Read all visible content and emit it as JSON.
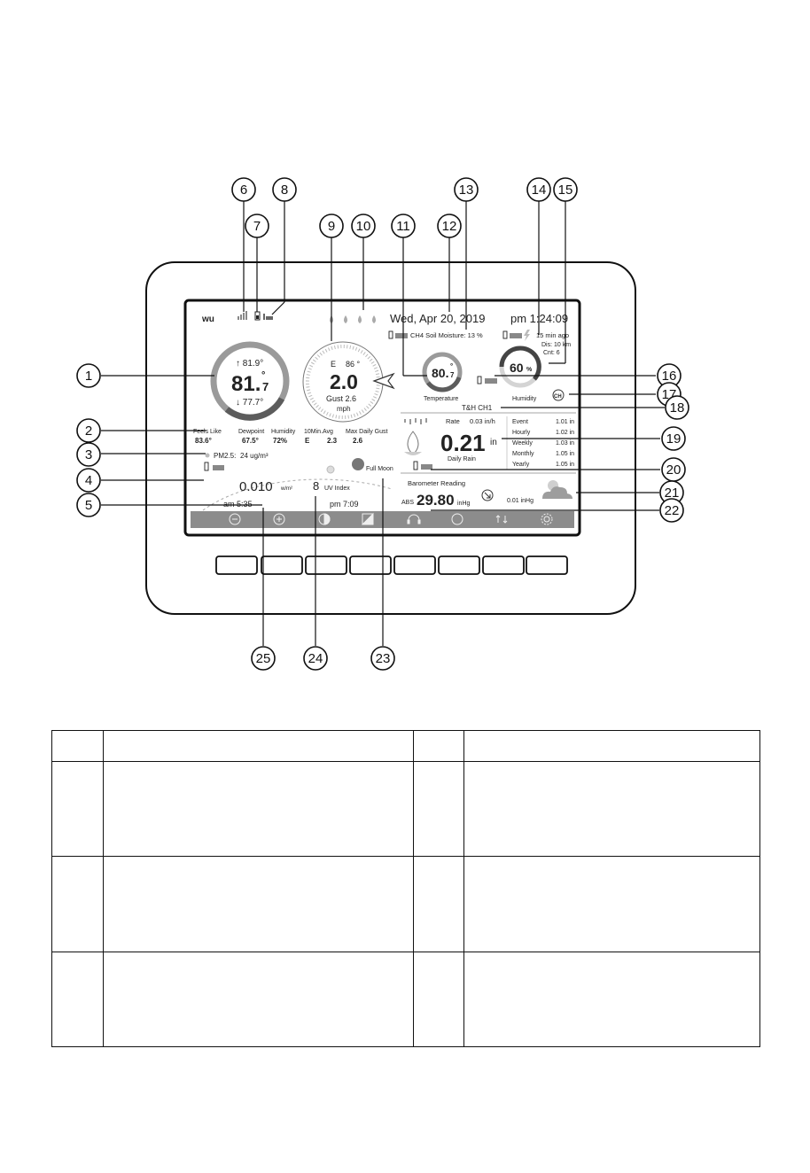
{
  "display": {
    "logo": "wu",
    "date": "Wed,  Apr  20, 2019",
    "time": "pm  1:24:09",
    "soil": "CH4 Soil Moisture: 13 %",
    "lightning": {
      "ago": "15 min ago",
      "dis": "Dis: 10 km",
      "cnt": "Cnt:  6"
    },
    "outdoor": {
      "max": "81.9°",
      "temp_big": "81.",
      "temp_dec": "7",
      "temp_deg": "°",
      "min": "77.7°"
    },
    "wind": {
      "dir": "E",
      "deg": "86 °",
      "speed": "2.0",
      "gust": "Gust  2.6",
      "unit": "mph"
    },
    "rain_drops": [
      "1",
      "2",
      "3",
      "4"
    ],
    "channel_temp": {
      "value_big": "80.",
      "value_dec": "7",
      "deg": "°",
      "label": "Temperature"
    },
    "channel_hum": {
      "value": "60",
      "unit": "%",
      "label": "Humidity"
    },
    "channel_name": "T&H CH1",
    "stats": {
      "headers": [
        "Feels Like",
        "Dewpoint",
        "Humidity",
        "10Min.Avg",
        "Max Daily Gust"
      ],
      "values": [
        "83.6°",
        "67.5°",
        "72%",
        "E",
        "2.3",
        "2.6"
      ]
    },
    "pm25": {
      "label": "PM2.5:",
      "value": "24 ug/m³"
    },
    "solar": {
      "value": "0.010",
      "unit": "w/m²",
      "sunrise": "am 5:35",
      "sunset": "pm 7:09"
    },
    "uv": {
      "value": "8",
      "label": "UV Index"
    },
    "moon": "Full Moon",
    "rain": {
      "rate_label": "Rate",
      "rate": "0.03 in/h",
      "value": "0.21",
      "unit": "in",
      "label": "Daily Rain",
      "events": [
        {
          "name": "Event",
          "value": "1.01 in"
        },
        {
          "name": "Hourly",
          "value": "1.02 in"
        },
        {
          "name": "Weekly",
          "value": "1.03 in"
        },
        {
          "name": "Monthly",
          "value": "1.05 in"
        },
        {
          "name": "Yearly",
          "value": "1.05 in"
        }
      ]
    },
    "baro": {
      "title": "Barometer Reading",
      "abs": "ABS",
      "value": "29.80",
      "unit": "inHg",
      "trend": "0.01 inHg"
    },
    "toolbar_icons": [
      "minus-icon",
      "plus-icon",
      "contrast-icon",
      "brightness-icon",
      "headset-icon",
      "channel-icon",
      "sort-icon",
      "gear-icon"
    ]
  },
  "callouts": [
    "1",
    "2",
    "3",
    "4",
    "5",
    "6",
    "7",
    "8",
    "9",
    "10",
    "11",
    "12",
    "13",
    "14",
    "15",
    "16",
    "17",
    "18",
    "19",
    "20",
    "21",
    "22",
    "23",
    "24",
    "25"
  ],
  "colors": {
    "screen_bar": "#8c8c8c",
    "gauge_gray": "#a8a8a8",
    "dark_ring": "#555555"
  }
}
